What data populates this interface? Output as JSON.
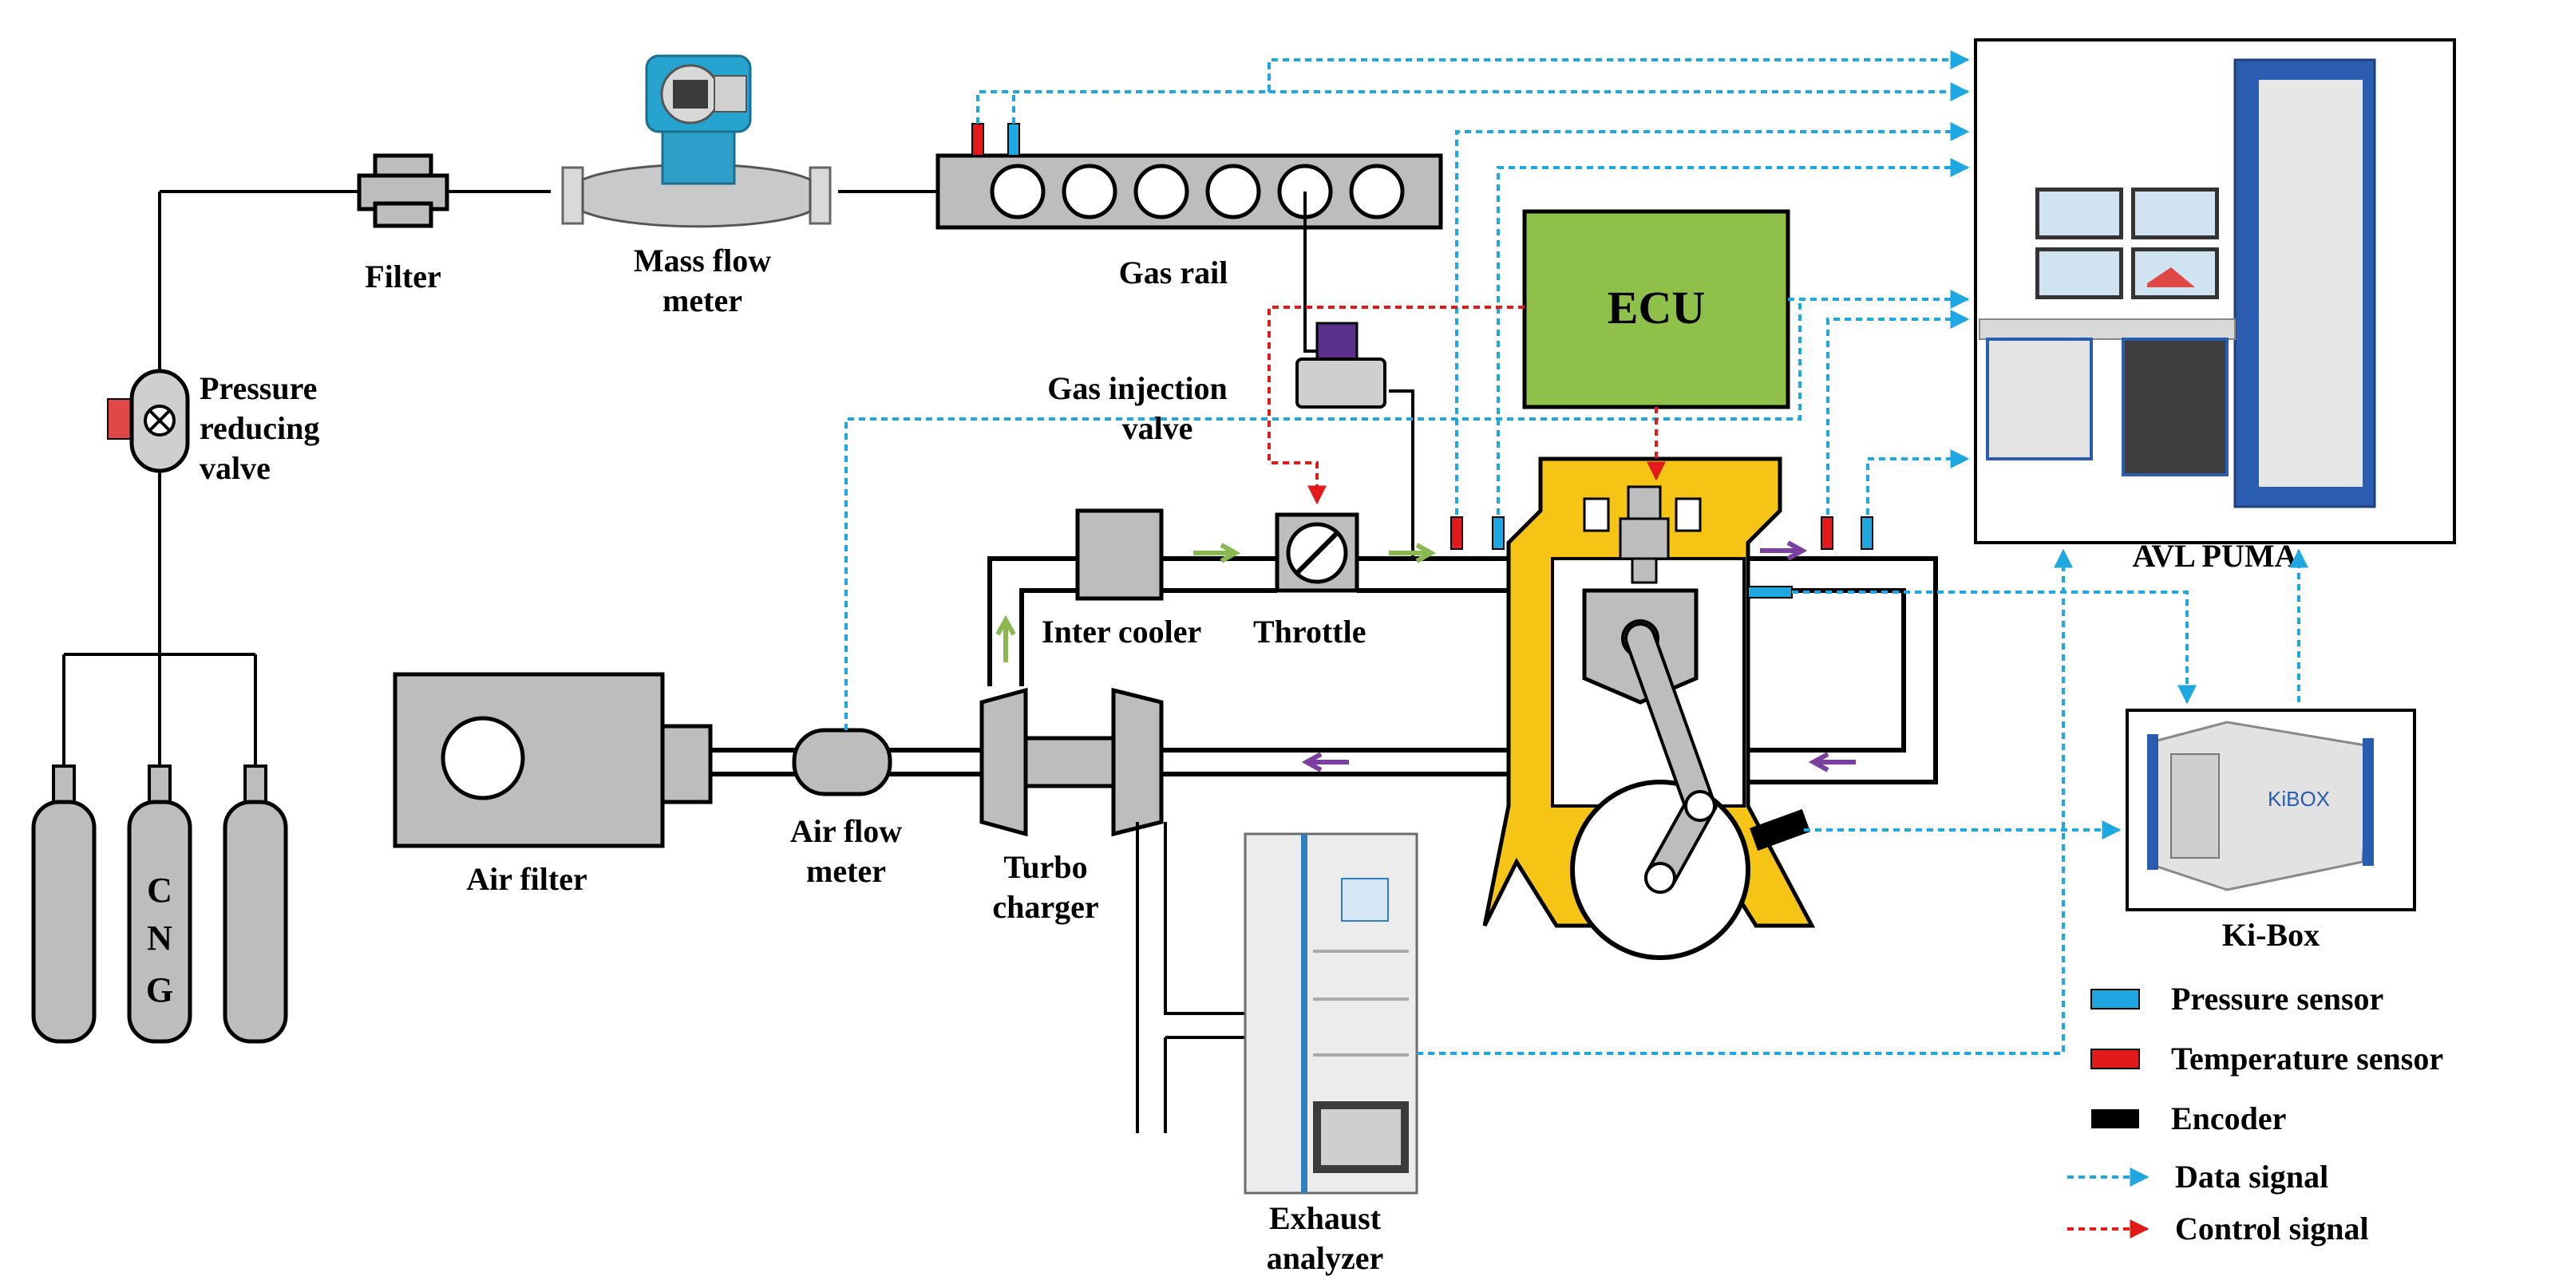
{
  "labels": {
    "filter": "Filter",
    "mass_flow_1": "Mass flow",
    "mass_flow_2": "meter",
    "gas_rail": "Gas rail",
    "ecu": "ECU",
    "gas_injection_1": "Gas injection",
    "gas_injection_2": "valve",
    "pressure_reducing_1": "Pressure",
    "pressure_reducing_2": "reducing",
    "pressure_reducing_3": "valve",
    "cng_letters": [
      "C",
      "N",
      "G"
    ],
    "air_filter": "Air filter",
    "air_flow_1": "Air flow",
    "air_flow_2": "meter",
    "turbo_1": "Turbo",
    "turbo_2": "charger",
    "inter_cooler": "Inter cooler",
    "throttle": "Throttle",
    "avl_puma": "AVL PUMA",
    "ki_box": "Ki-Box",
    "exhaust_1": "Exhaust",
    "exhaust_2": "analyzer",
    "kibox_brand": "KiBOX"
  },
  "legend": {
    "pressure_sensor": "Pressure sensor",
    "temperature_sensor": "Temperature sensor",
    "encoder": "Encoder",
    "data_signal": "Data signal",
    "control_signal": "Control signal"
  },
  "colors": {
    "pressure_sensor": "#1ea7e1",
    "temperature_sensor": "#e31a1a",
    "encoder": "#000000",
    "data_signal": "#1ea7e1",
    "control_signal": "#e31a1a",
    "ecu": "#8ec04a",
    "engine": "#f6c414",
    "intake_arrow": "#8ab954",
    "exhaust_arrow": "#7a3fa0",
    "component_gray": "#bdbdbd"
  }
}
